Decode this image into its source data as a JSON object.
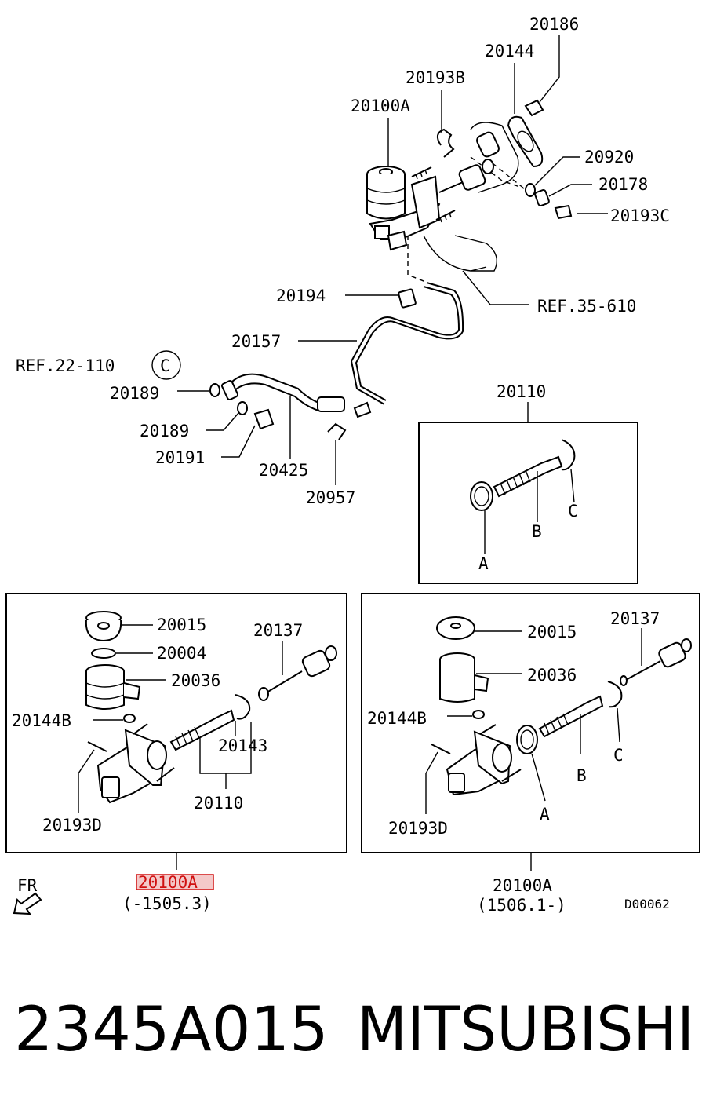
{
  "top": {
    "labels": {
      "l20186": "20186",
      "l20144": "20144",
      "l20193B": "20193B",
      "l20100A": "20100A",
      "l20920": "20920",
      "l20178": "20178",
      "l20193C": "20193C",
      "l20194": "20194",
      "ref35": "REF.35-610",
      "l20157": "20157",
      "ref22": "REF.22-110",
      "refC": "C",
      "l20189a": "20189",
      "l20189b": "20189",
      "l20191": "20191",
      "l20425": "20425",
      "l20957": "20957"
    }
  },
  "kit_box": {
    "title": "20110",
    "a": "A",
    "b": "B",
    "c": "C"
  },
  "left_box": {
    "l20015": "20015",
    "l20004": "20004",
    "l20036": "20036",
    "l20137": "20137",
    "l20144B": "20144B",
    "l20143": "20143",
    "l20110": "20110",
    "l20193D": "20193D",
    "assembly": "20100A",
    "range": "(-1505.3)"
  },
  "right_box": {
    "l20015": "20015",
    "l20036": "20036",
    "l20137": "20137",
    "l20144B": "20144B",
    "b": "B",
    "c": "C",
    "a": "A",
    "l20193D": "20193D",
    "assembly": "20100A",
    "range": "(1506.1-)"
  },
  "fr": "FR",
  "drawing_code": "D00062",
  "part_number": "2345A015",
  "brand": "MITSUBISHI",
  "highlight_color": "#d01010"
}
